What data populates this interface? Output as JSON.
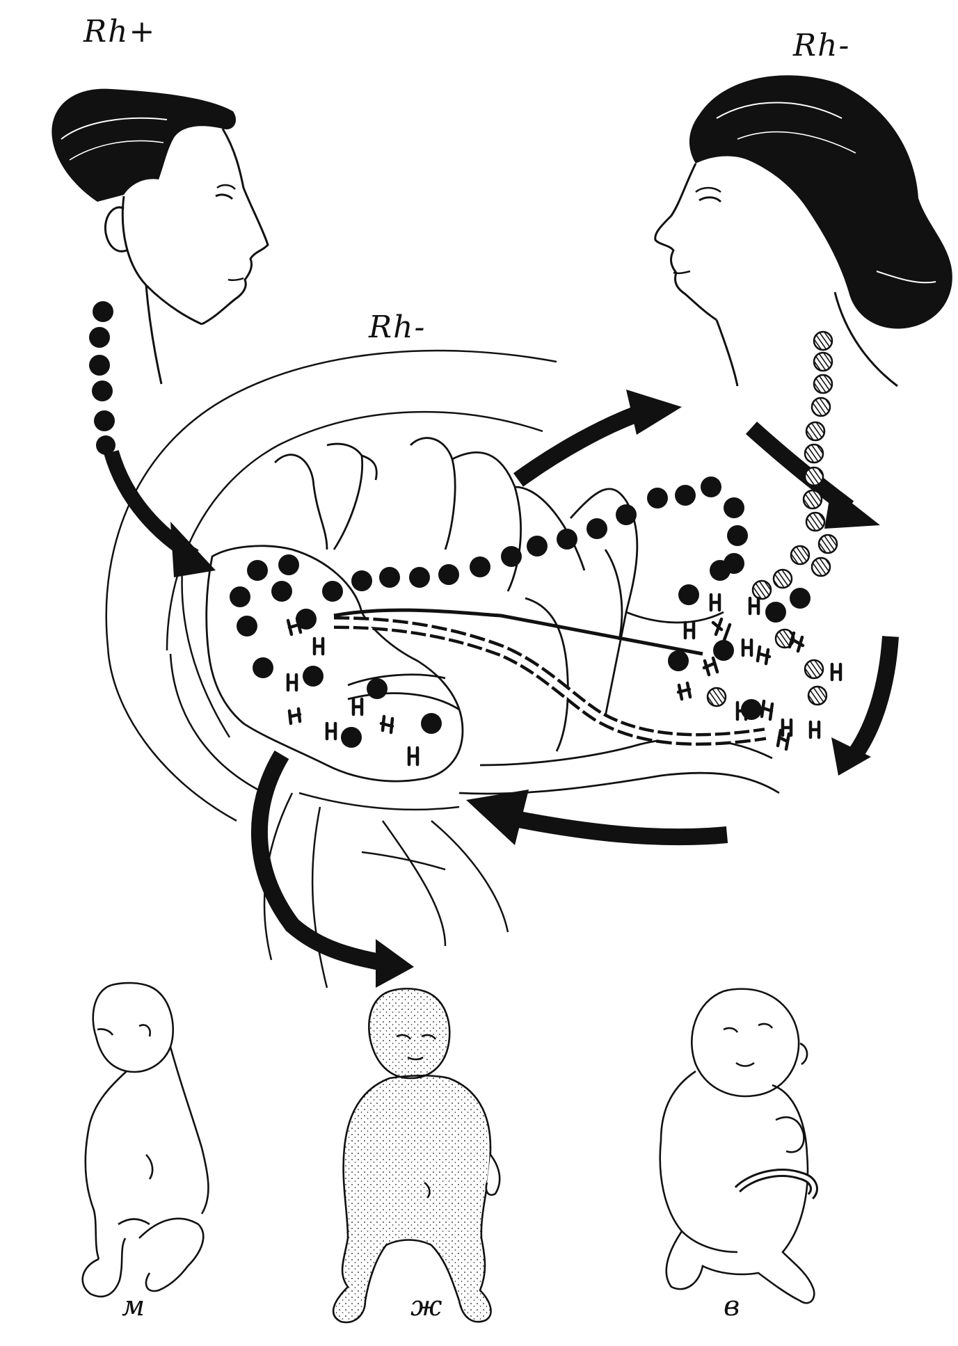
{
  "labels": {
    "father_rh": "Rh+",
    "mother_rh": "Rh-",
    "fetus_rh": "Rh-"
  },
  "captions": {
    "infant_left": "м",
    "infant_middle": "ж",
    "infant_right": "в"
  },
  "colors": {
    "ink": "#111111",
    "paper": "#ffffff"
  },
  "legend_symbols": {
    "rh_positive_cell": "solid-dot",
    "rh_negative_cell": "hatched-dot",
    "antibody": "H-glyph"
  }
}
